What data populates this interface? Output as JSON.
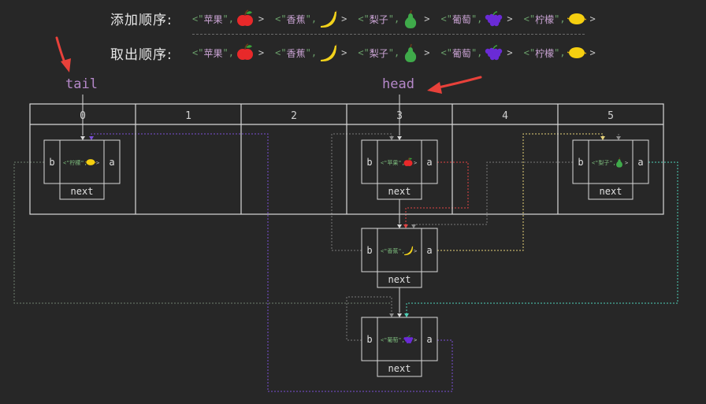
{
  "legend": {
    "add_order_label": "添加顺序:",
    "take_order_label": "取出顺序:",
    "add_order": [
      {
        "text": "苹果",
        "fruit": "apple-icon"
      },
      {
        "text": "香蕉",
        "fruit": "banana-icon"
      },
      {
        "text": "梨子",
        "fruit": "pear-icon"
      },
      {
        "text": "葡萄",
        "fruit": "grape-icon"
      },
      {
        "text": "柠檬",
        "fruit": "lemon-icon"
      }
    ],
    "take_order": [
      {
        "text": "苹果",
        "fruit": "apple-icon"
      },
      {
        "text": "香蕉",
        "fruit": "banana-icon"
      },
      {
        "text": "梨子",
        "fruit": "pear-icon"
      },
      {
        "text": "葡萄",
        "fruit": "grape-icon"
      },
      {
        "text": "柠檬",
        "fruit": "lemon-icon"
      }
    ],
    "open": "<\"",
    "close_quote": "\",",
    "close": ">"
  },
  "pointers": {
    "tail": "tail",
    "head": "head"
  },
  "table": {
    "indices": [
      "0",
      "1",
      "2",
      "3",
      "4",
      "5"
    ]
  },
  "node": {
    "before_label": "b",
    "after_label": "a",
    "next_label": "next"
  },
  "nodes": [
    {
      "id": "lemon",
      "text": "柠檬",
      "fruit": "lemon-icon"
    },
    {
      "id": "apple",
      "text": "苹果",
      "fruit": "apple-icon"
    },
    {
      "id": "pear",
      "text": "梨子",
      "fruit": "pear-icon"
    },
    {
      "id": "banana",
      "text": "香蕉",
      "fruit": "banana-icon"
    },
    {
      "id": "grape",
      "text": "葡萄",
      "fruit": "grape-icon"
    }
  ],
  "colors": {
    "background": "#272727",
    "line": "#d8d8d8",
    "arrow_red": "#e8413a",
    "pointer_text": "#b588c9",
    "apple": "#e8292a",
    "banana": "#f2d21b",
    "pear": "#3faa4a",
    "grape": "#6a2bd6",
    "lemon": "#f5cf10",
    "link_apple": "#e04545",
    "link_banana": "#e6d27a",
    "link_pear": "#4fd1b8",
    "link_lemon": "#8a7a7a",
    "link_grape": "#7b4fd6"
  }
}
